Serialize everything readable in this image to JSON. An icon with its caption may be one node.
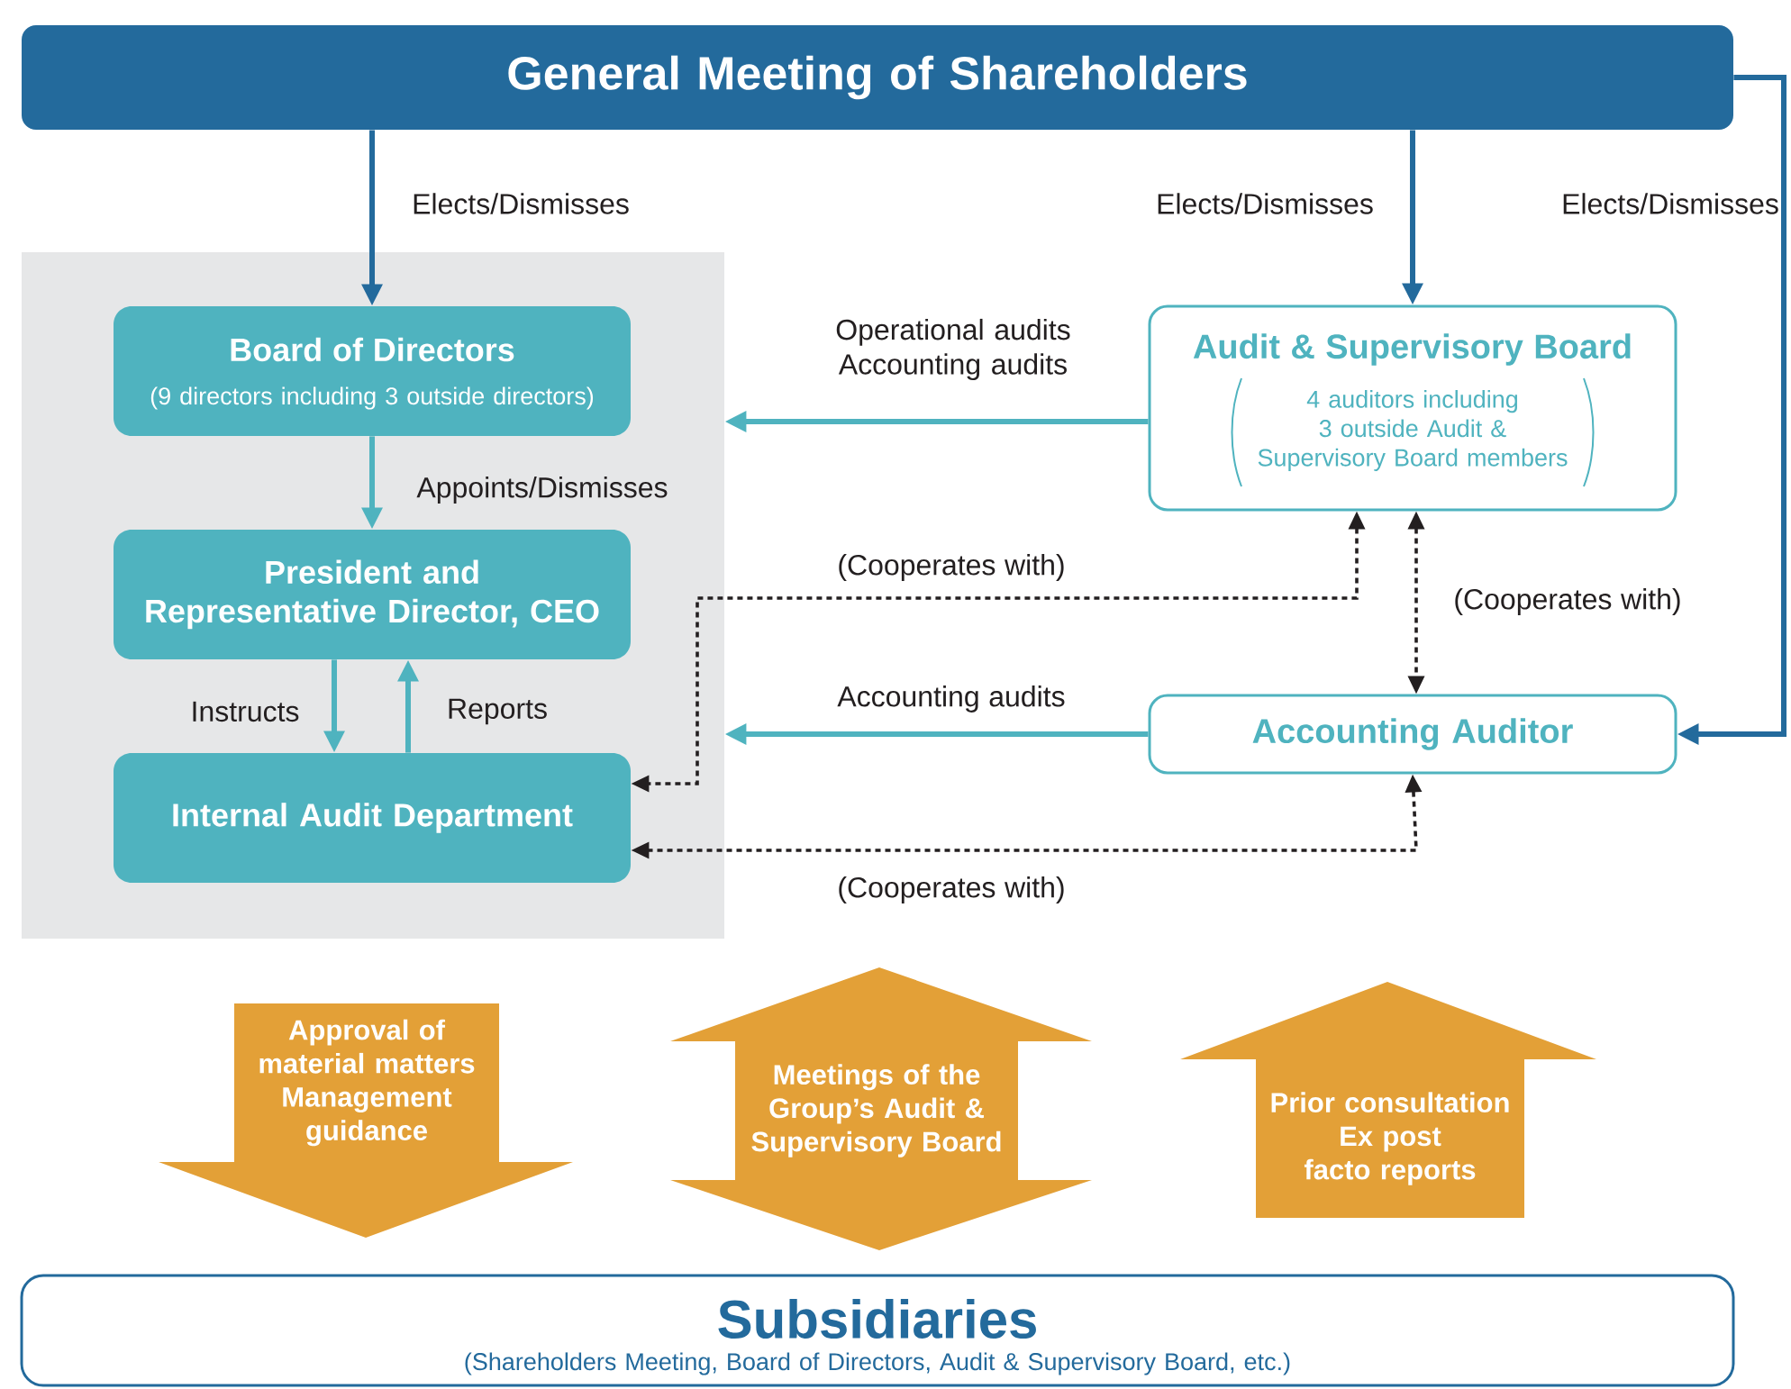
{
  "diagram": {
    "nodes": [
      {
        "text": [
          "General Meeting of Shareholders"
        ]
      },
      {
        "text": [],
        "shape": "box"
      },
      {
        "text": [
          "Board of Directors",
          "(9 directors including 3 outside directors)"
        ],
        "in": 1
      },
      {
        "text": [
          "President and Representative Director, CEO"
        ],
        "in": 1
      },
      {
        "text": [
          "Internal Audit Department"
        ],
        "in": 1
      },
      {
        "text": [
          "Audit & Supervisory Board",
          "4 auditors including 3 outside Audit & Supervisory Board members"
        ]
      },
      {
        "text": [
          "Accounting Auditor"
        ]
      },
      {
        "text": [
          "Approval of material matters Management guidance"
        ]
      },
      {
        "text": [
          "Meetings of the Group’s Audit & Supervisory Board"
        ]
      },
      {
        "text": [
          "Prior consultation Ex post facto reports"
        ]
      },
      {
        "text": [
          "Subsidiaries",
          "(Shareholders Meeting, Board of Directors, Audit & Supervisory Board, etc.)"
        ]
      }
    ],
    "edges": [
      {
        "from": 0,
        "to": 2,
        "arrow": "to",
        "label": "Elects/Dismisses",
        "color": "#236a9c"
      },
      {
        "from": 0,
        "to": 5,
        "arrow": "to",
        "label": "Elects/Dismisses",
        "color": "#236a9c"
      },
      {
        "from": 0,
        "to": 6,
        "arrow": "to",
        "label": "Elects/Dismisses",
        "color": "#236a9c"
      },
      {
        "from": 5,
        "to": 1,
        "arrow": "to",
        "label": "Operational audits Accounting audits"
      },
      {
        "from": 6,
        "to": 1,
        "arrow": "to",
        "label": "Accounting audits"
      },
      {
        "from": 2,
        "to": 3,
        "arrow": "to",
        "label": "Appoints/Dismisses"
      },
      {
        "from": 3,
        "to": 4,
        "arrow": "to",
        "label": "Instructs"
      },
      {
        "from": 4,
        "to": 3,
        "arrow": "to",
        "label": "Reports"
      },
      {
        "from": 5,
        "to": 4,
        "arrow": "both",
        "label": "(Cooperates with)",
        "style": "dashed",
        "color": "#231f20"
      },
      {
        "from": 5,
        "to": 6,
        "arrow": "both",
        "label": "(Cooperates with)",
        "style": "dashed",
        "color": "#231f20"
      },
      {
        "from": 6,
        "to": 4,
        "arrow": "both",
        "label": "(Cooperates with)",
        "style": "dashed",
        "color": "#231f20"
      }
    ]
  }
}
